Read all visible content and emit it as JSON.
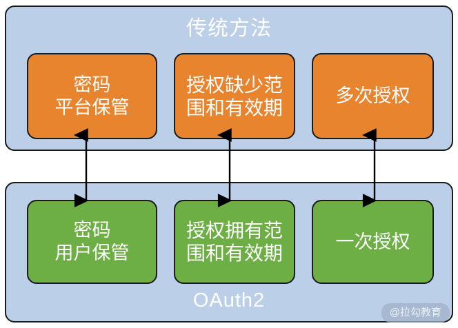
{
  "diagram": {
    "title_top": "传统方法",
    "title_bottom": "OAuth2",
    "watermark": "@拉勾教育",
    "colors": {
      "panel_background": "#bbcfe8",
      "traditional_box": "#e8832e",
      "oauth2_box": "#6daf44",
      "outline": "#1a1a1a",
      "text": "#ffffff",
      "canvas": "#ffffff"
    },
    "panels": [
      {
        "id": "traditional",
        "label": "传统方法",
        "label_position": "top",
        "box_color": "#e8832e",
        "boxes": [
          {
            "id": "password-platform",
            "text": "密码\n平台保管"
          },
          {
            "id": "scope-missing",
            "text": "授权缺少范\n围和有效期"
          },
          {
            "id": "multiple-auth",
            "text": "多次授权"
          }
        ]
      },
      {
        "id": "oauth2",
        "label": "OAuth2",
        "label_position": "bottom",
        "box_color": "#6daf44",
        "boxes": [
          {
            "id": "password-user",
            "text": "密码\n用户保管"
          },
          {
            "id": "scope-present",
            "text": "授权拥有范\n围和有效期"
          },
          {
            "id": "single-auth",
            "text": "一次授权"
          }
        ]
      }
    ],
    "connectors": [
      {
        "id": "connector-1",
        "from": "password-platform",
        "to": "password-user",
        "style": "double-arrow-vertical"
      },
      {
        "id": "connector-2",
        "from": "scope-missing",
        "to": "scope-present",
        "style": "double-arrow-vertical"
      },
      {
        "id": "connector-3",
        "from": "multiple-auth",
        "to": "single-auth",
        "style": "double-arrow-vertical"
      }
    ]
  }
}
